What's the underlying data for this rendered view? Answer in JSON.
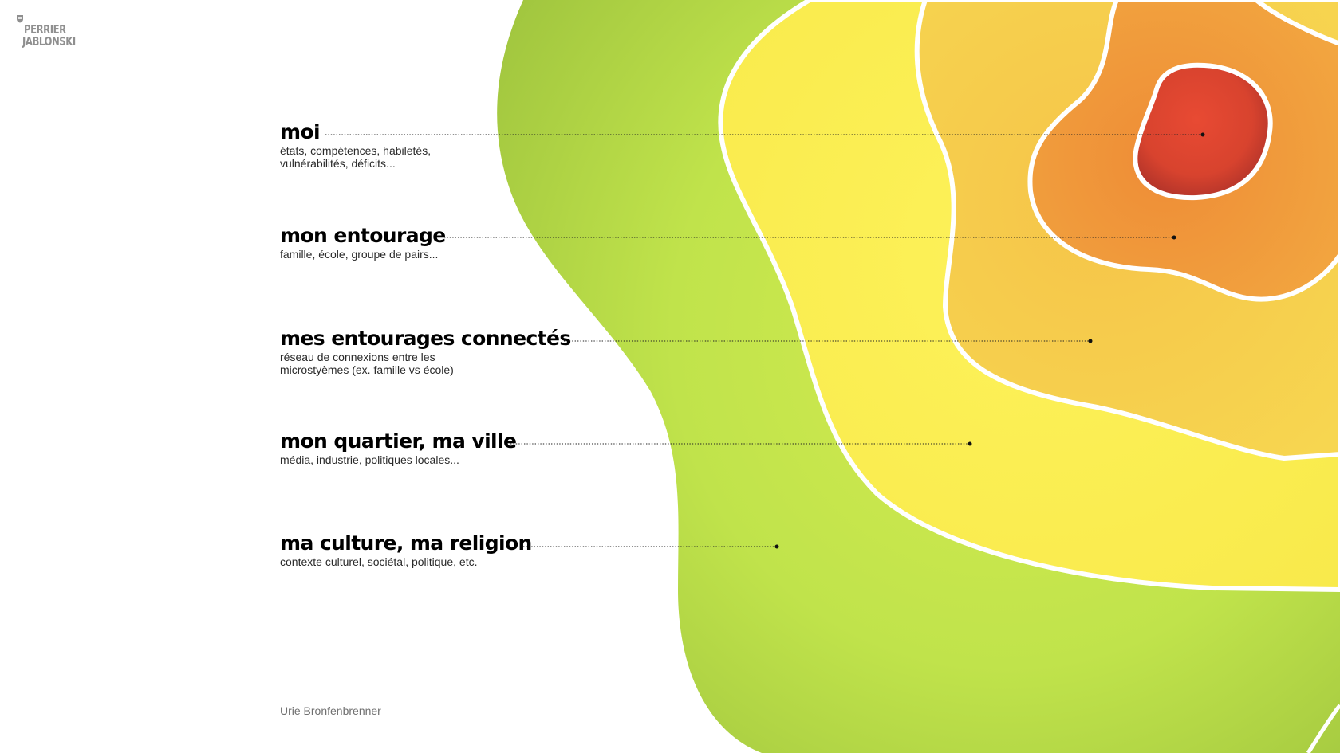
{
  "brand": {
    "logo_line1": "PERRIER",
    "logo_line2": "JABLONSKI"
  },
  "levels": [
    {
      "title": "moi",
      "description_line1": "états, compétences, habiletés,",
      "description_line2": "vulnérabilités, déficits..."
    },
    {
      "title": "mon entourage",
      "description_line1": "famille, école, groupe de pairs...",
      "description_line2": ""
    },
    {
      "title": "mes entourages connectés",
      "description_line1": "réseau de connexions entre les",
      "description_line2": "microstyèmes (ex. famille vs école)"
    },
    {
      "title": "mon quartier, ma ville",
      "description_line1": "média, industrie, politiques locales...",
      "description_line2": ""
    },
    {
      "title": "ma culture, ma religion",
      "description_line1": "contexte culturel, sociétal, politique, etc.",
      "description_line2": ""
    }
  ],
  "source": "Urie Bronfenbrenner",
  "colors": {
    "layer_culture": "#b9e04a",
    "layer_quartier": "#fbef4e",
    "layer_connectes": "#f6c84a",
    "layer_entourage": "#f09a3c",
    "layer_moi": "#e0472f",
    "contour": "#ffffff",
    "leader_line": "#222222",
    "logo": "#8f8f8f"
  }
}
